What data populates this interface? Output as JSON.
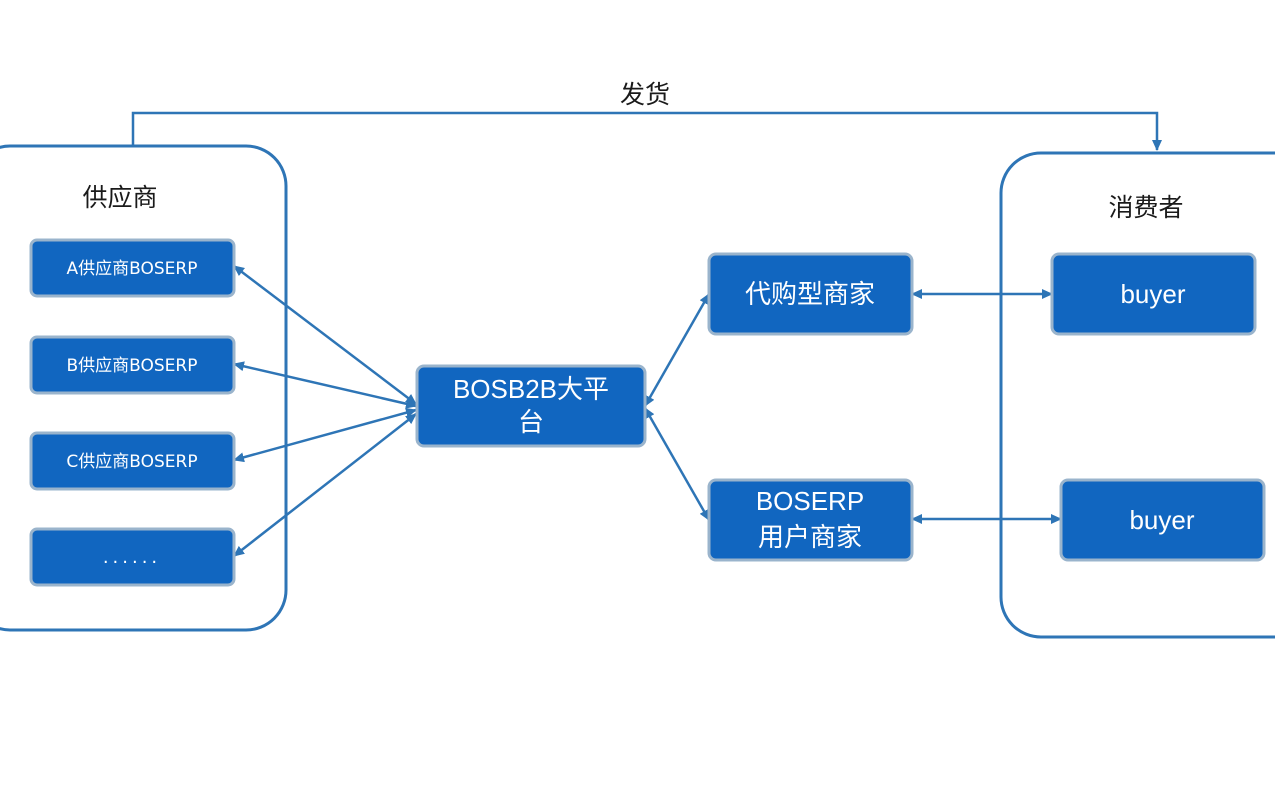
{
  "diagram": {
    "top_edge_label": "发货",
    "suppliers": {
      "title": "供应商",
      "items": [
        "A供应商BOSERP",
        "B供应商BOSERP",
        "C供应商BOSERP",
        "......"
      ]
    },
    "platform": {
      "line1": "BOSB2B大平",
      "line2": "台"
    },
    "merchants": {
      "purchasing_agent": "代购型商家",
      "boserp_line1": "BOSERP",
      "boserp_line2": "用户商家"
    },
    "consumers": {
      "title": "消费者",
      "buyer_1": "buyer",
      "buyer_2": "buyer"
    }
  },
  "colors": {
    "node_fill": "#1166c0",
    "node_border": "#9ab4cc",
    "connector": "#2e75b6",
    "text_on_node": "#ffffff",
    "label_text": "#1a1a1a"
  }
}
